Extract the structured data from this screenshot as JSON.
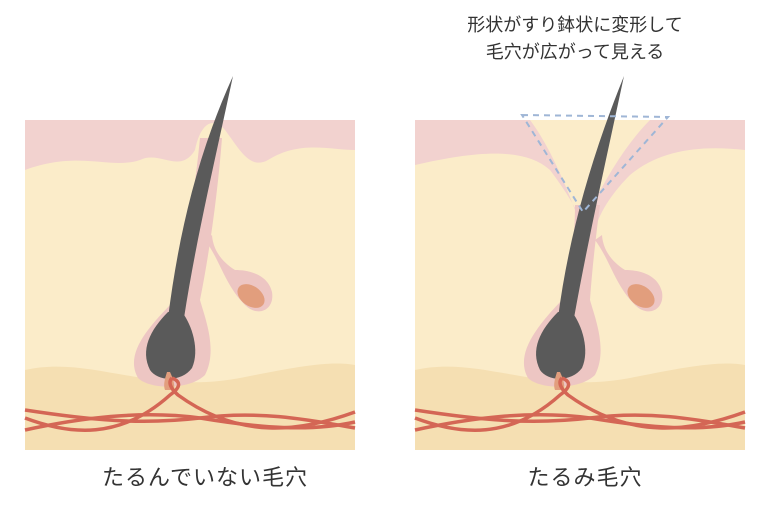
{
  "colors": {
    "epidermis": "#f2d2cf",
    "dermis": "#fbecc9",
    "subcutis": "#f5dfb2",
    "follicle": "#edc6c3",
    "hair": "#5a5a5a",
    "gland": "#e29e7d",
    "vessel": "#d46655",
    "guide_line": "#9fb6d6"
  },
  "left_panel": {
    "caption": "たるんでいない毛穴"
  },
  "right_panel": {
    "caption": "たるみ毛穴",
    "annotation_line1": "形状がすり鉢状に変形して",
    "annotation_line2": "毛穴が広がって見える"
  }
}
